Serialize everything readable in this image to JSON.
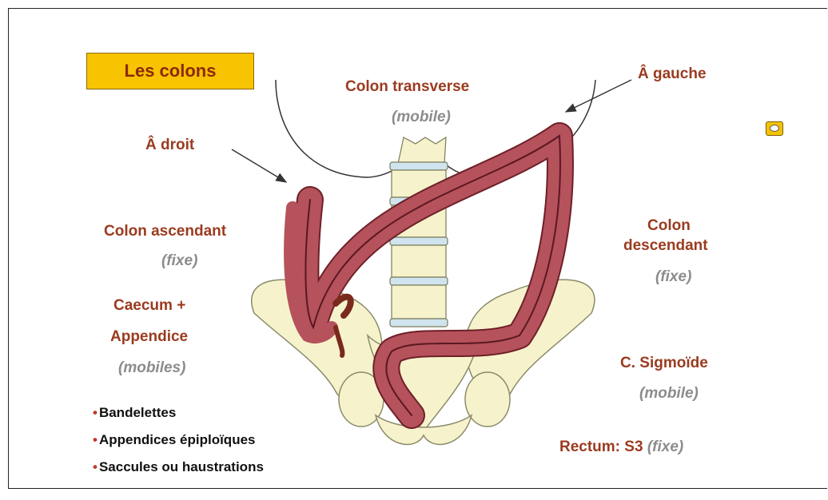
{
  "title": "Les colons",
  "labels": {
    "transverse": "Colon transverse",
    "transverse_note": "(mobile)",
    "left_flexure": "Â gauche",
    "right_flexure": "Â droit",
    "ascending": "Colon ascendant",
    "ascending_note": "(fixe)",
    "descending_line1": "Colon",
    "descending_line2": "descendant",
    "descending_note": "(fixe)",
    "caecum_line1": "Caecum +",
    "caecum_line2": "Appendice",
    "caecum_note": "(mobiles)",
    "sigmoid": "C. Sigmoïde",
    "sigmoid_note": "(mobile)",
    "rectum": "Rectum: S3",
    "rectum_note": "(fixe)"
  },
  "bullet_marker": "•",
  "bullets": [
    "Bandelettes",
    "Appendices épiploïques",
    "Saccules ou haustrations"
  ],
  "colors": {
    "title_bg": "#f8c300",
    "label": "#9a3b1f",
    "note": "#8c8c8c",
    "colon": "#b5525c",
    "bone": "#f6f3cc"
  },
  "icons": [
    "speech-bubble-icon"
  ]
}
